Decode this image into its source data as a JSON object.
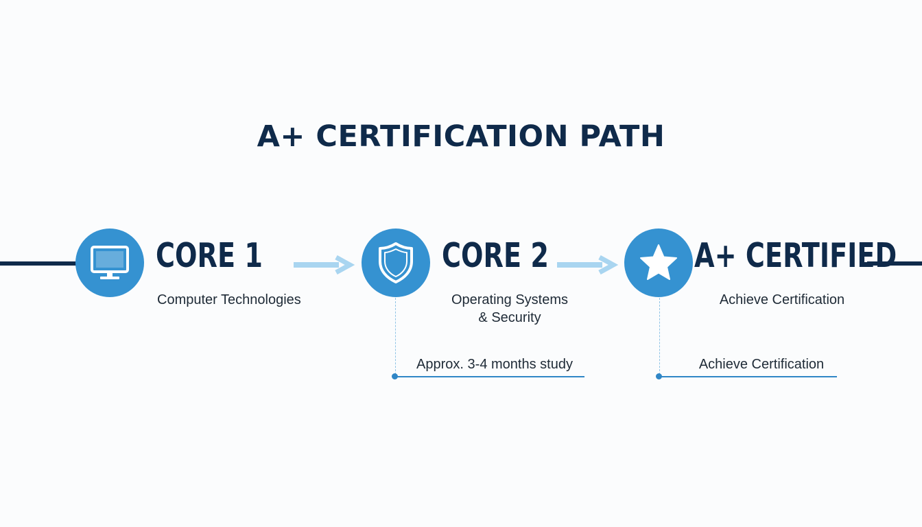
{
  "title": "A+ CERTIFICATION PATH",
  "steps": [
    {
      "title": "CORE 1",
      "subtitle_lines": [
        "Computer Technologies"
      ],
      "icon": "monitor-icon"
    },
    {
      "title": "CORE 2",
      "subtitle_lines": [
        "Operating Systems",
        "& Security"
      ],
      "icon": "shield-icon",
      "note": "Approx. 3-4 months study"
    },
    {
      "title": "A+ CERTIFIED",
      "subtitle_lines": [
        "Achieve Certification"
      ],
      "icon": "star-icon",
      "note": "Achieve Certification"
    }
  ],
  "colors": {
    "navy": "#0f2a4a",
    "node_blue": "#3592d1",
    "arrow_light_blue": "#a9d5f0",
    "accent_blue": "#2f86c6"
  }
}
